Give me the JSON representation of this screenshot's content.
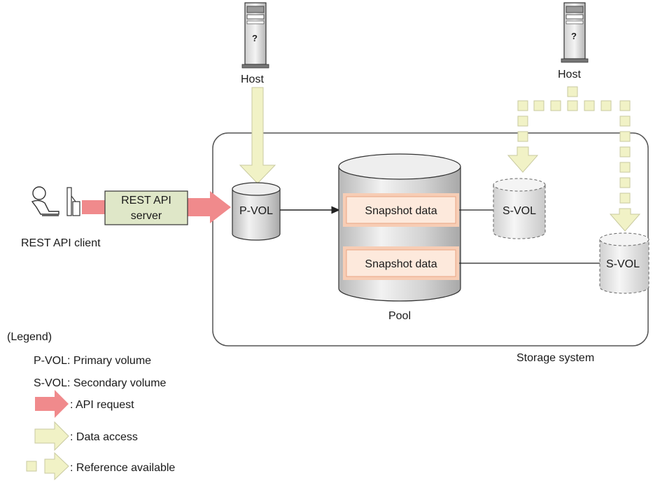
{
  "hosts": {
    "left_label": "Host",
    "right_label": "Host"
  },
  "client": {
    "label": "REST API client"
  },
  "server": {
    "line1": "REST API",
    "line2": "server"
  },
  "storage": {
    "label": "Storage system",
    "pvol": "P-VOL",
    "pool_label": "Pool",
    "snapshot1": "Snapshot data",
    "snapshot2": "Snapshot data",
    "svol1": "S-VOL",
    "svol2": "S-VOL"
  },
  "legend": {
    "title": "(Legend)",
    "pvol_def": "P-VOL: Primary volume",
    "svol_def": "S-VOL: Secondary volume",
    "api_request": ": API request",
    "data_access": ": Data access",
    "reference_available": ": Reference available"
  },
  "colors": {
    "api_arrow": "#f08a8c",
    "data_arrow": "#f1f2c6",
    "data_arrow_stroke": "#c9caa0",
    "server_fill": "#dfe7c8",
    "snapshot_fill": "#fde4d4",
    "snapshot_stroke": "#f4a582",
    "pool_fill": "#dcdcdc",
    "frame_stroke": "#555555"
  },
  "icons": {
    "host": "server-tower-icon",
    "client": "user-workstation-icon"
  }
}
